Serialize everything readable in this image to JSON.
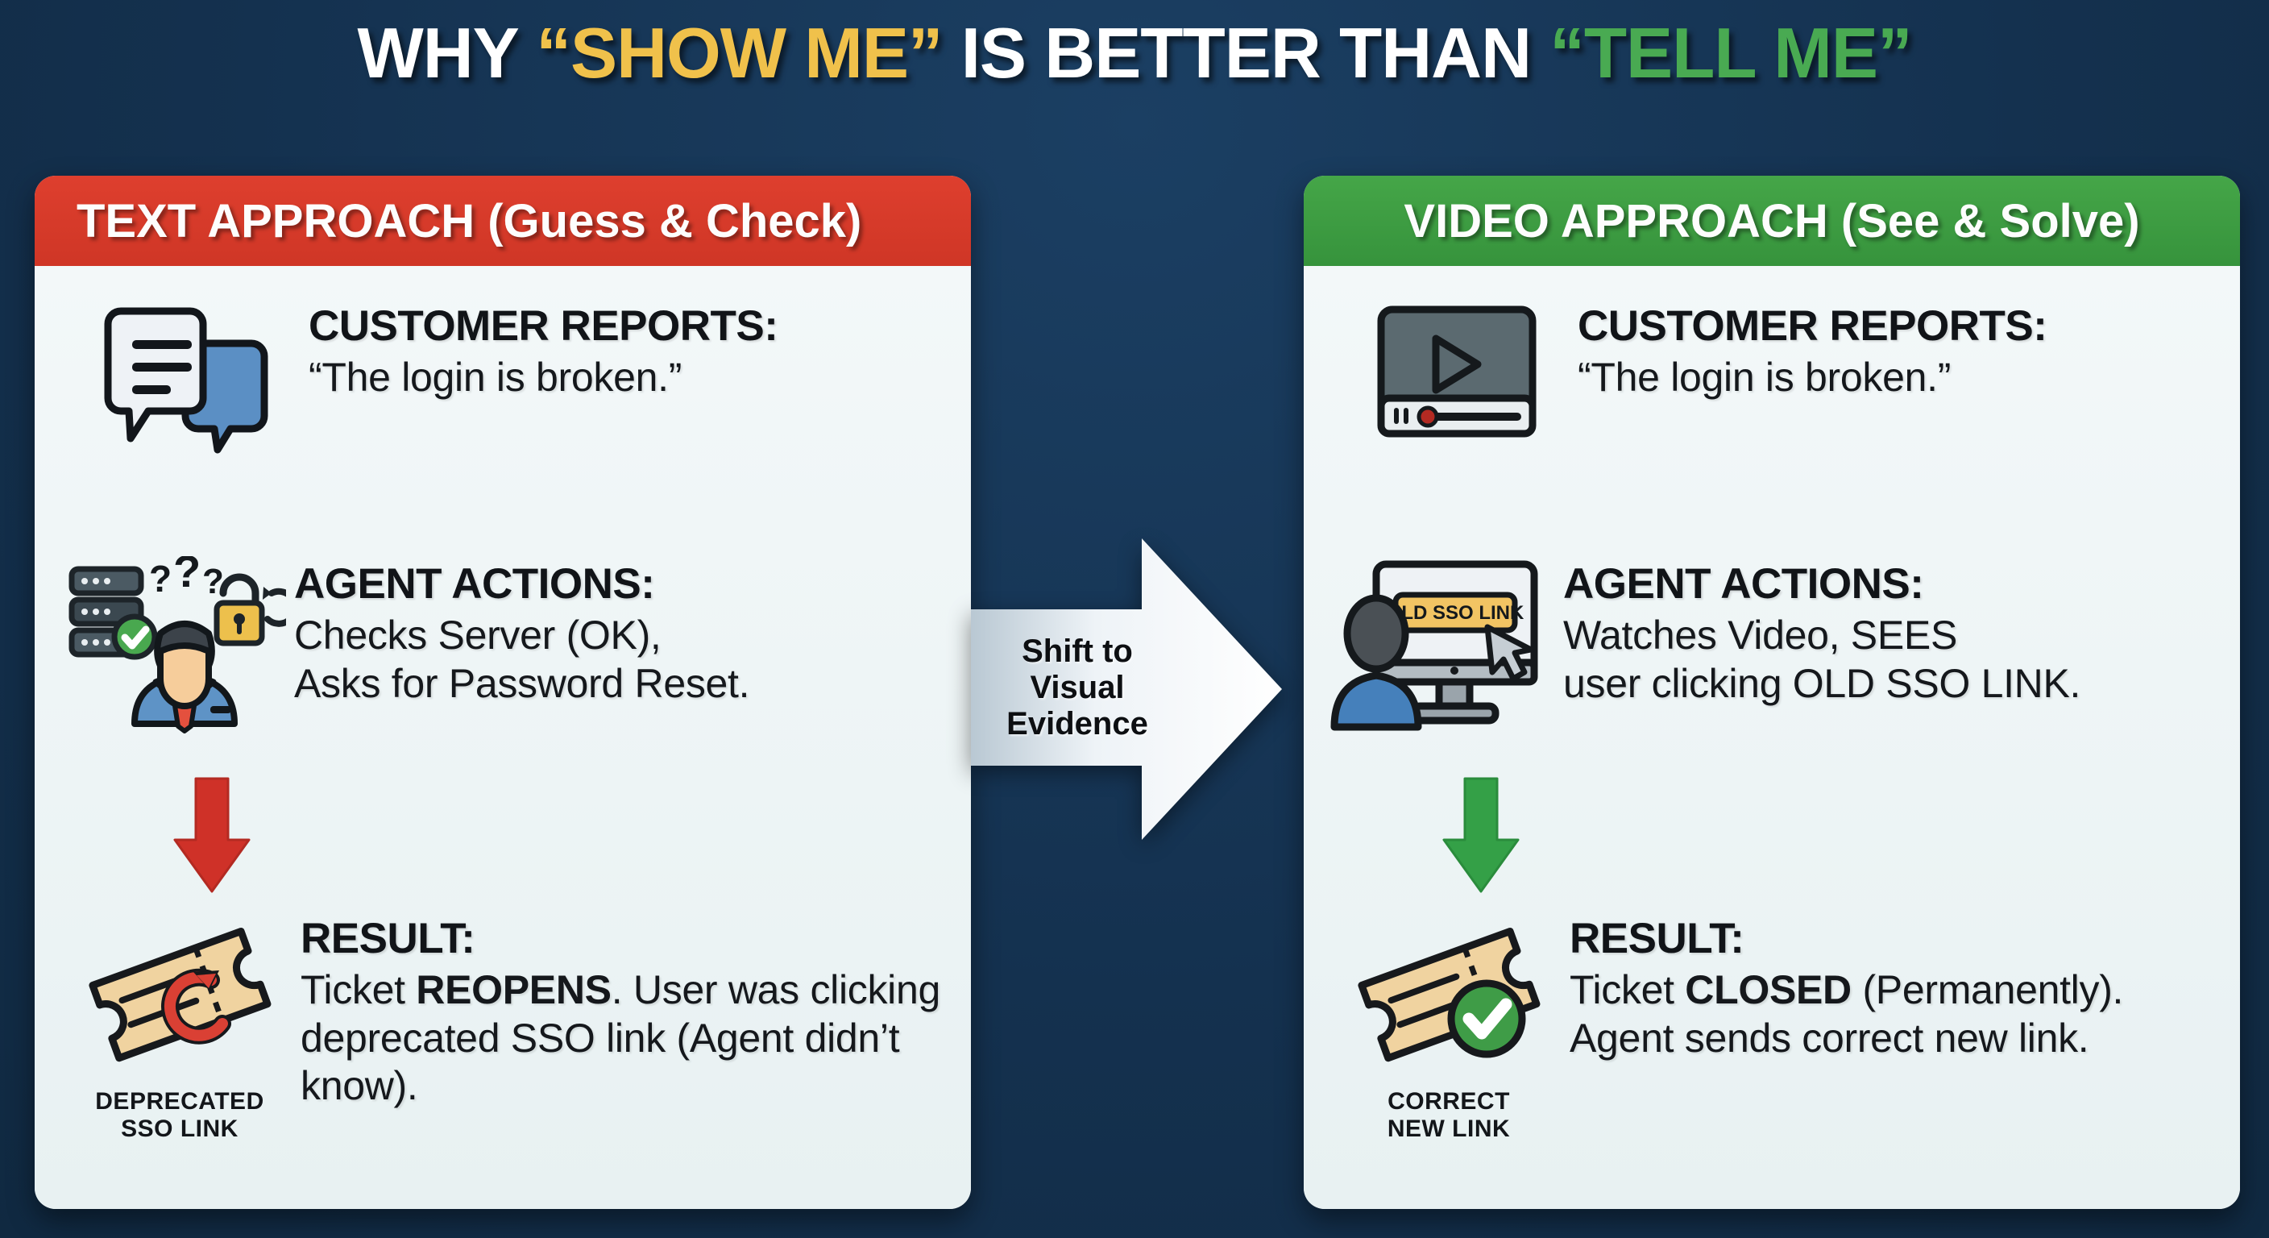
{
  "title": {
    "part1": "WHY ",
    "highlight1": "“SHOW ME”",
    "part2": " IS BETTER THAN ",
    "highlight2": "“TELL ME”"
  },
  "colors": {
    "background": "#14314f",
    "text_header": "#cf3626",
    "video_header": "#36933c",
    "title_yellow": "#f0c14b",
    "title_green": "#49aa52",
    "panel_body": "#eef4f5",
    "red_arrow": "#cf3128",
    "green_arrow": "#34a047"
  },
  "center_arrow": {
    "label_line1": "Shift to",
    "label_line2": "Visual",
    "label_line3": "Evidence",
    "direction": "right"
  },
  "panels": [
    {
      "side": "left",
      "header_main": "TEXT APPROACH",
      "header_sub": " (Guess & Check)",
      "accent": "#cf3626",
      "rows": [
        {
          "icon": "speech-bubbles-icon",
          "heading": "CUSTOMER REPORTS:",
          "body_plain": "“The login is broken.”",
          "caption": ""
        },
        {
          "icon": "confused-agent-server-lock-icon",
          "heading": "AGENT ACTIONS:",
          "body_line1": "Checks Server (OK),",
          "body_line2": "Asks for Password Reset.",
          "caption": ""
        },
        {
          "icon": "ticket-reopen-icon",
          "heading": "RESULT:",
          "body_pre": "Ticket ",
          "body_bold": "REOPENS",
          "body_post": ". User was clicking deprecated SSO link (Agent didn’t know).",
          "caption_line1": "DEPRECATED",
          "caption_line2": "SSO LINK"
        }
      ],
      "arrow_color": "#cf3128"
    },
    {
      "side": "right",
      "header_main": "VIDEO APPROACH",
      "header_sub": " (See & Solve)",
      "accent": "#36933c",
      "rows": [
        {
          "icon": "video-player-icon",
          "heading": "CUSTOMER REPORTS:",
          "body_plain": "“The login is broken.”",
          "caption": ""
        },
        {
          "icon": "agent-monitor-cursor-icon",
          "heading": "AGENT ACTIONS:",
          "body_line1": "Watches Video, SEES",
          "body_line2": "user clicking OLD SSO LINK.",
          "screen_badge": "OLD SSO LINK",
          "caption": ""
        },
        {
          "icon": "ticket-closed-check-icon",
          "heading": "RESULT:",
          "body_pre": "Ticket ",
          "body_bold": "CLOSED",
          "body_post": " (Permanently). Agent sends correct new link.",
          "caption_line1": "CORRECT",
          "caption_line2": "NEW LINK"
        }
      ],
      "arrow_color": "#34a047"
    }
  ]
}
